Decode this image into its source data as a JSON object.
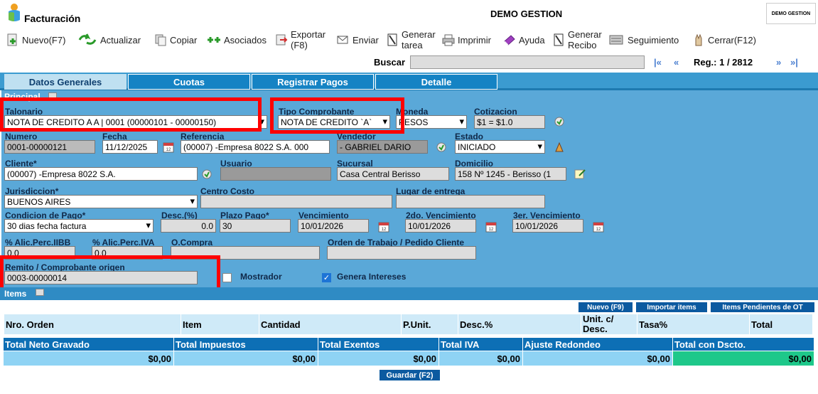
{
  "window": {
    "title": "Facturación",
    "company": "DEMO GESTION",
    "brand": "DEMO GESTION"
  },
  "toolbar": {
    "nuevo": "Nuevo(F7)",
    "actualizar": "Actualizar",
    "copiar": "Copiar",
    "asociados": "Asociados",
    "exportar_1": "Exportar",
    "exportar_2": "(F8)",
    "enviar": "Enviar",
    "generar_tarea_1": "Generar",
    "generar_tarea_2": "tarea",
    "imprimir": "Imprimir",
    "ayuda": "Ayuda",
    "generar_recibo_1": "Generar",
    "generar_recibo_2": "Recibo",
    "seguimiento": "Seguimiento",
    "cerrar": "Cerrar(F12)"
  },
  "search": {
    "label": "Buscar",
    "value": ""
  },
  "nav": {
    "first": "|«",
    "prev": "«",
    "next": "»",
    "last": "»|",
    "record": "Reg.: 1 / 2812"
  },
  "tabs": [
    "Datos Generales",
    "Cuotas",
    "Registrar Pagos",
    "Detalle"
  ],
  "sections": {
    "principal": "Principal",
    "items": "Items"
  },
  "form": {
    "talonario": {
      "label": "Talonario",
      "value": "NOTA DE CREDITO A A | 0001 (00000101 - 00000150)"
    },
    "tipo_comprobante": {
      "label": "Tipo Comprobante",
      "value": "NOTA DE CREDITO `A`"
    },
    "moneda": {
      "label": "Moneda",
      "value": "PESOS"
    },
    "cotizacion": {
      "label": "Cotizacion",
      "value": "$1 = $1.0"
    },
    "numero": {
      "label": "Numero",
      "value": "0001-00000121"
    },
    "fecha": {
      "label": "Fecha",
      "value": "11/12/2025"
    },
    "referencia": {
      "label": "Referencia",
      "value": "(00007) -Empresa 8022 S.A. 000"
    },
    "vendedor": {
      "label": "Vendedor",
      "value": "- GABRIEL DARIO"
    },
    "estado": {
      "label": "Estado",
      "value": "INICIADO"
    },
    "cliente": {
      "label": "Cliente*",
      "value": "(00007) -Empresa 8022 S.A."
    },
    "usuario": {
      "label": "Usuario",
      "value": ""
    },
    "sucursal": {
      "label": "Sucursal",
      "value": "Casa Central Berisso"
    },
    "domicilio": {
      "label": "Domicilio",
      "value": "158 Nº 1245 - Berisso (1"
    },
    "jurisdiccion": {
      "label": "Jurisdiccion*",
      "value": "BUENOS AIRES"
    },
    "centro_costo": {
      "label": "Centro Costo",
      "value": ""
    },
    "lugar_entrega": {
      "label": "Lugar de entrega",
      "value": ""
    },
    "condicion_pago": {
      "label": "Condicion de Pago*",
      "value": "30 dias fecha factura"
    },
    "desc": {
      "label": "Desc.(%)",
      "value": "0.0"
    },
    "plazo_pago": {
      "label": "Plazo Pago*",
      "value": "30"
    },
    "vencimiento": {
      "label": "Vencimiento",
      "value": "10/01/2026"
    },
    "vencimiento2": {
      "label": "2do. Vencimiento",
      "value": "10/01/2026"
    },
    "vencimiento3": {
      "label": "3er. Vencimiento",
      "value": "10/01/2026"
    },
    "alic_iibb": {
      "label": "% Alic.Perc.IIBB",
      "value": "0.0"
    },
    "alic_iva": {
      "label": "% Alic.Perc.IVA",
      "value": "0.0"
    },
    "ocompra": {
      "label": "O.Compra",
      "value": ""
    },
    "orden_trabajo": {
      "label": "Orden de Trabajo / Pedido Cliente",
      "value": ""
    },
    "remito": {
      "label": "Remito / Comprobante origen",
      "value": "0003-00000014"
    },
    "mostrador": {
      "label": "Mostrador",
      "checked": false
    },
    "genera_intereses": {
      "label": "Genera Intereses",
      "checked": true
    }
  },
  "items_buttons": {
    "nuevo": "Nuevo (F9)",
    "importar": "Importar items",
    "pendientes": "Items Pendientes de OT"
  },
  "items_columns": [
    "Nro. Orden",
    "Item",
    "Cantidad",
    "P.Unit.",
    "Desc.%",
    "Unit. c/ Desc.",
    "Tasa%",
    "Total"
  ],
  "totals": {
    "headers": [
      "Total Neto Gravado",
      "Total Impuestos",
      "Total Exentos",
      "Total IVA",
      "Ajuste Redondeo",
      "Total con Dscto."
    ],
    "values": [
      "$0,00",
      "$0,00",
      "$0,00",
      "$0,00",
      "$0,00",
      "$0,00"
    ]
  },
  "save": "Guardar (F2)"
}
